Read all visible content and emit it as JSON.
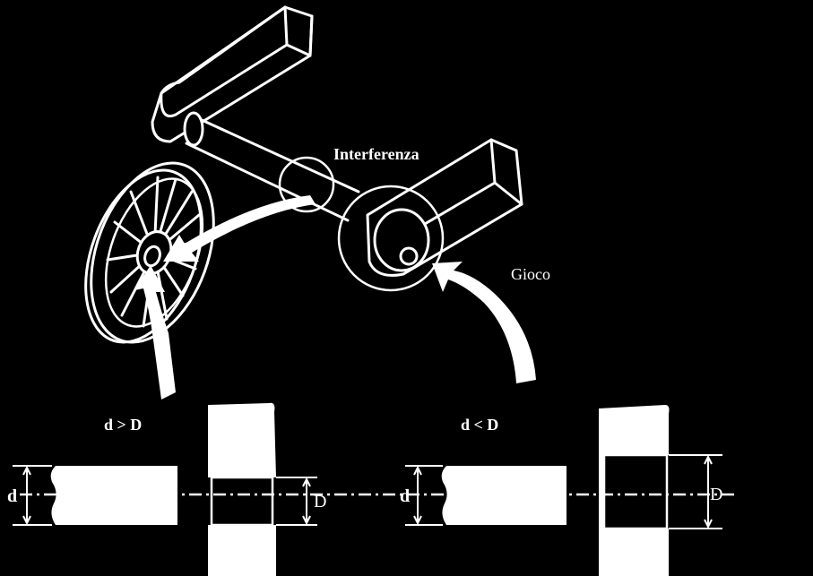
{
  "labels": {
    "interference": "Interferenza",
    "clearance": "Gioco",
    "left_condition": "d > D",
    "right_condition": "d < D",
    "left_shaft_dim": "d",
    "left_hole_dim": "D",
    "right_shaft_dim": "d",
    "right_hole_dim": "D"
  },
  "colors": {
    "background": "#000000",
    "ink": "#ffffff"
  }
}
